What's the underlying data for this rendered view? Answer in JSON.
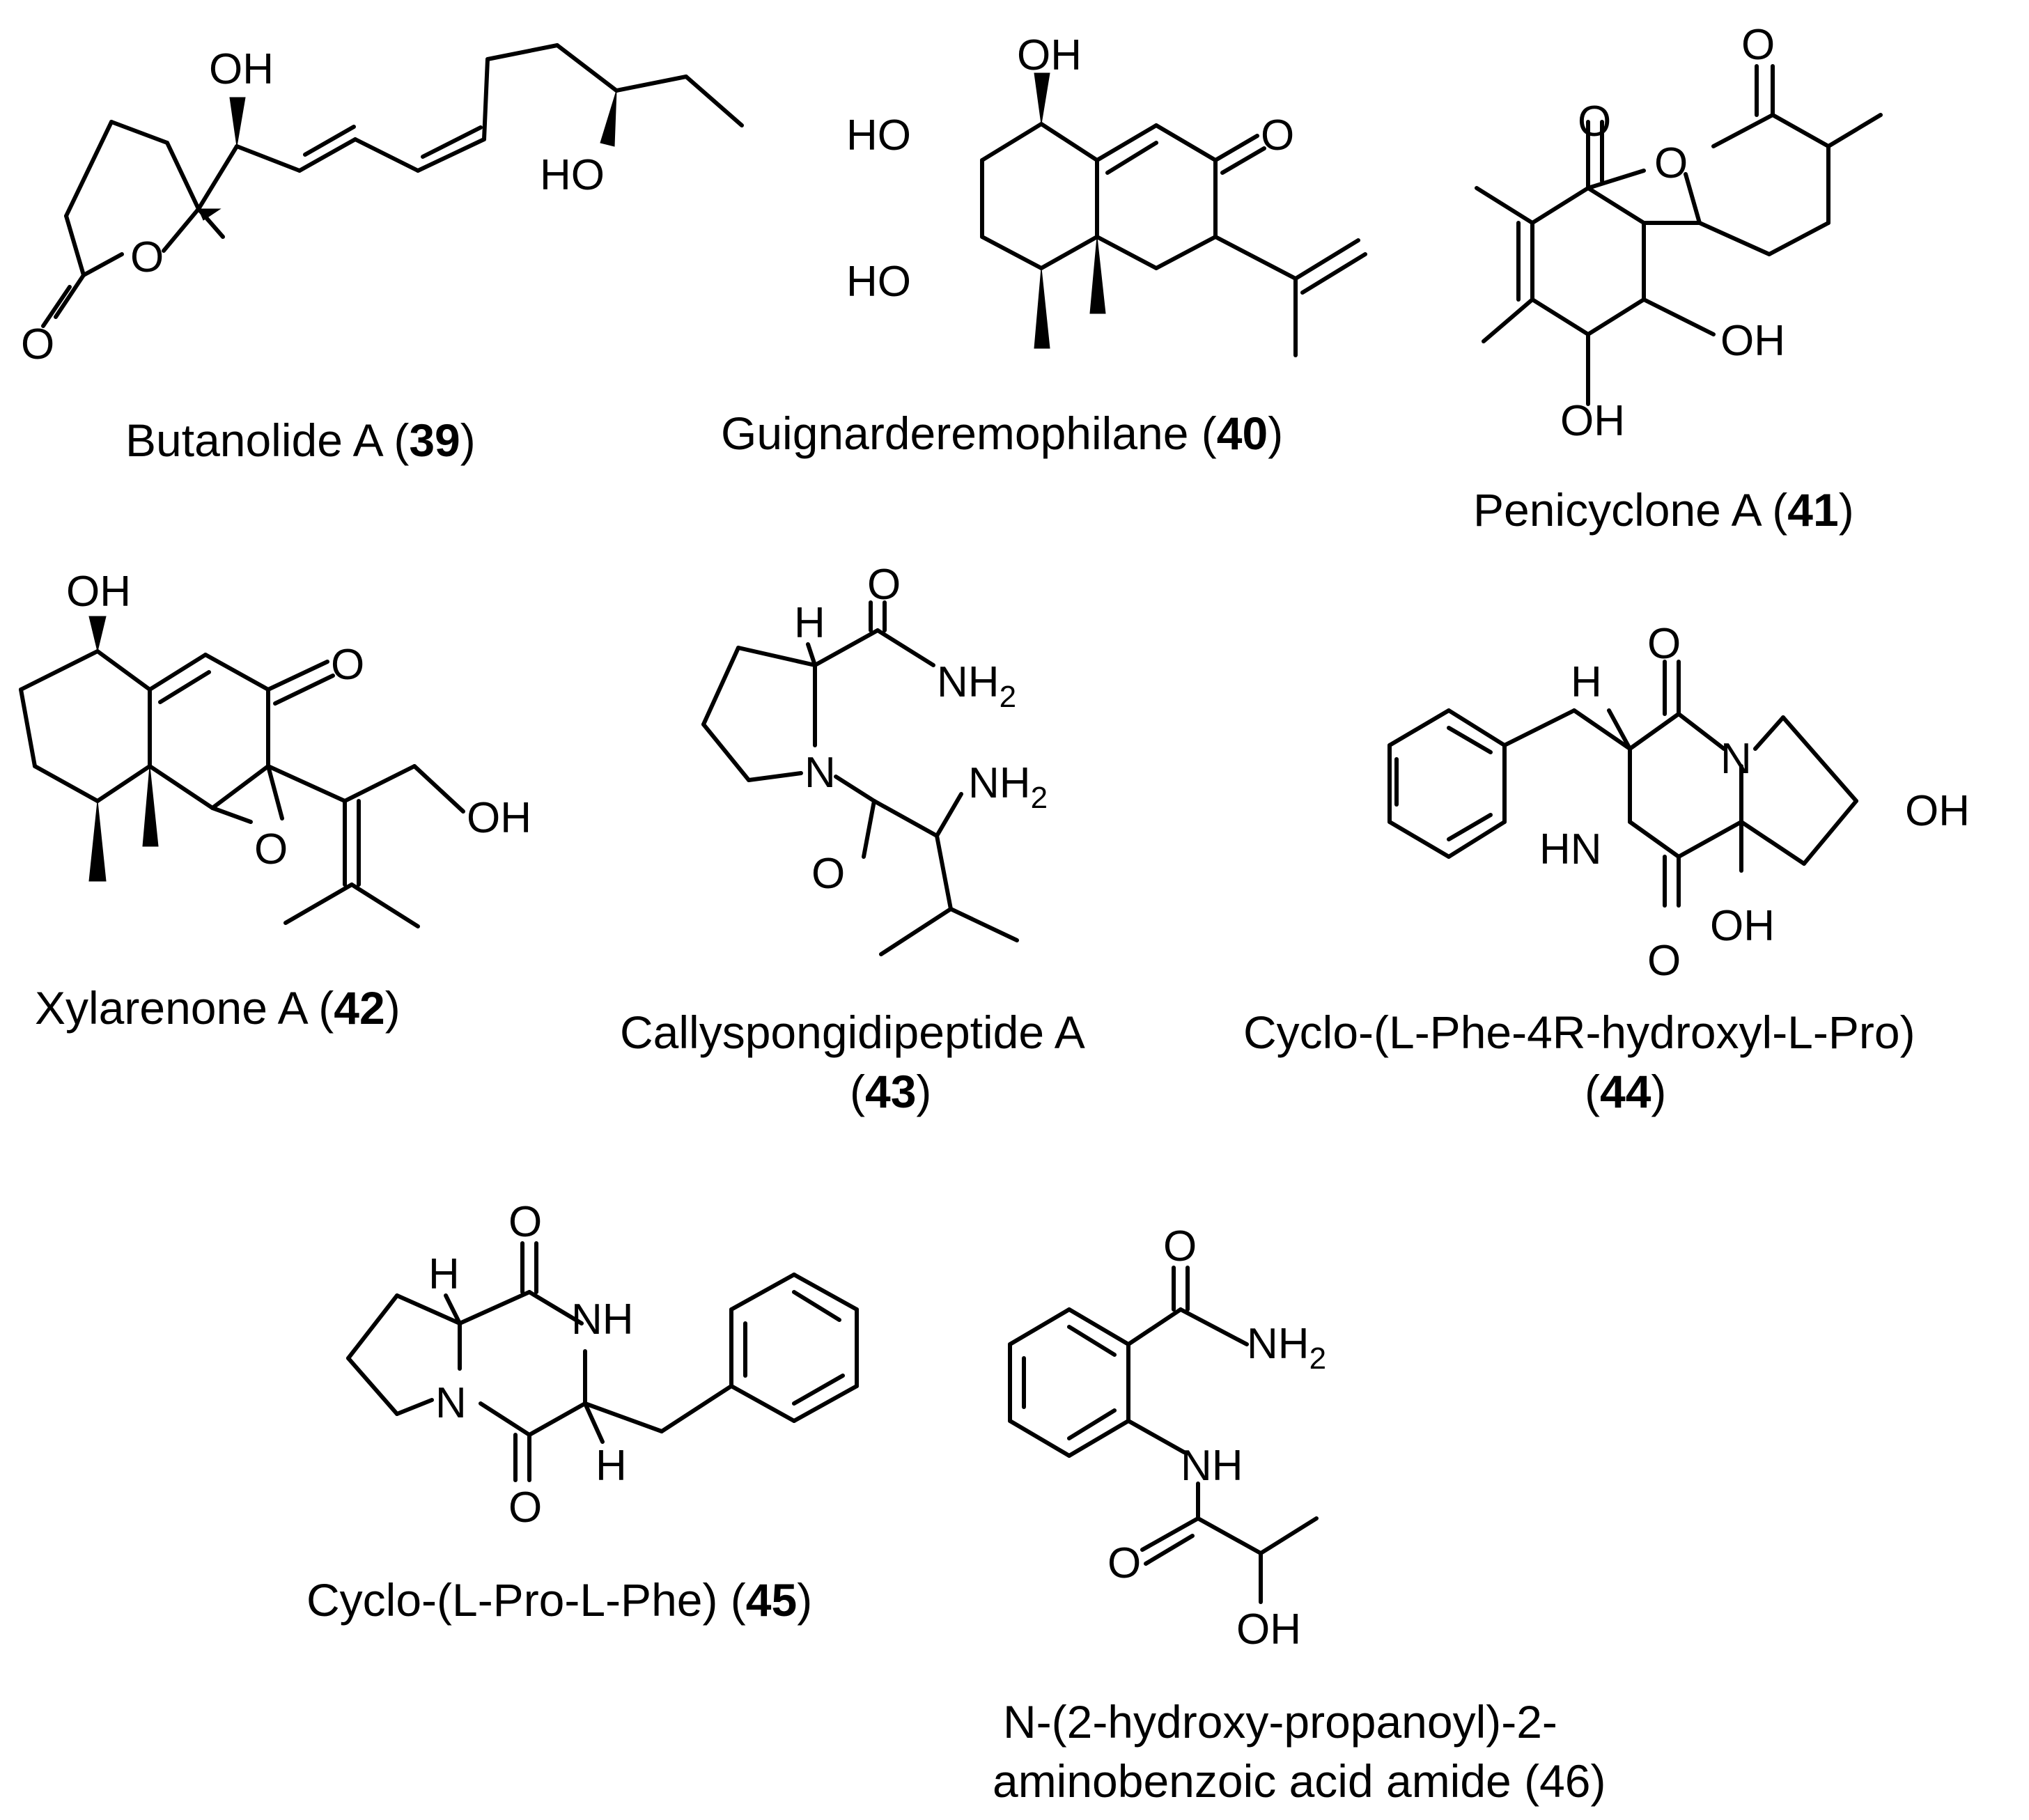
{
  "figure": {
    "compounds": [
      {
        "id": "39",
        "name": "Butanolide A (",
        "num": "39",
        "close": ")",
        "atoms": {
          "oh_top": "OH",
          "oh_bottom": "HO",
          "ring_o": "O",
          "carbonyl_o": "O"
        }
      },
      {
        "id": "40",
        "name": "Guignarderemophilane (",
        "num": "40",
        "close": ")",
        "atoms": {
          "oh_top": "OH",
          "ho_1": "HO",
          "ho_2": "HO",
          "ketone_o": "O"
        }
      },
      {
        "id": "41",
        "name": "Penicyclone A (",
        "num": "41",
        "close": ")",
        "atoms": {
          "lactone_o_top": "O",
          "lactone_o": "O",
          "ketone_o": "O",
          "oh_right": "OH",
          "oh_bottom": "OH"
        }
      },
      {
        "id": "42",
        "name": "Xylarenone A (",
        "num": "42",
        "close": ")",
        "atoms": {
          "oh_top": "OH",
          "ketone_o": "O",
          "oh_right": "OH",
          "epoxide_o": "O"
        }
      },
      {
        "id": "43",
        "name_line1": "Callyspongidipeptide A",
        "name_line2_open": "(",
        "num": "43",
        "close": ")",
        "atoms": {
          "carbonyl_o_top": "O",
          "h": "H",
          "nh2_top": "NH",
          "nh2_top_sub": "2",
          "n": "N",
          "nh2_mid": "NH",
          "nh2_mid_sub": "2",
          "carbonyl_o": "O"
        }
      },
      {
        "id": "44",
        "name_line1": "Cyclo-(L-Phe-4R-hydroxyl-L-Pro)",
        "name_line2_open": "(",
        "num": "44",
        "close": ")",
        "atoms": {
          "o_top": "O",
          "h": "H",
          "n": "N",
          "oh_right": "OH",
          "hn": "HN",
          "oh_bottom": "OH",
          "o_bottom": "O"
        }
      },
      {
        "id": "45",
        "name": "Cyclo-(L-Pro-L-Phe) (",
        "num": "45",
        "close": ")",
        "atoms": {
          "o_top": "O",
          "h_top": "H",
          "nh": "NH",
          "n": "N",
          "h_bottom": "H",
          "o_bottom": "O"
        }
      },
      {
        "id": "46",
        "name_line1": "N-(2-hydroxy-propanoyl)-2-",
        "name_line2": "aminobenzoic acid amide (46)",
        "atoms": {
          "o_top": "O",
          "nh2": "NH",
          "nh2_sub": "2",
          "nh": "NH",
          "o_left": "O",
          "oh": "OH"
        }
      }
    ]
  }
}
